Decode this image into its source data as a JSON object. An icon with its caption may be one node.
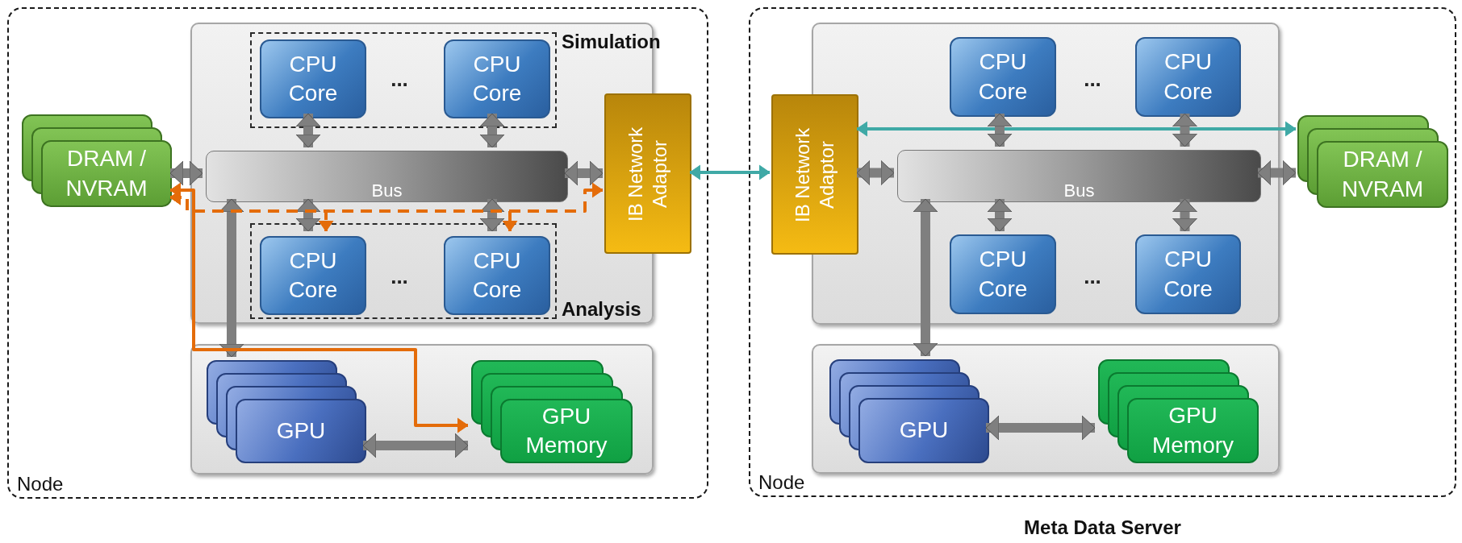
{
  "diagram": {
    "nodes": [
      {
        "text": [
          "Node"
        ]
      },
      {
        "text": [],
        "shape": "box",
        "in": 0
      },
      {
        "text": [
          "Simulation"
        ],
        "in": 1
      },
      {
        "text": [
          "CPU Core"
        ],
        "in": 2
      },
      {
        "text": [
          "CPU Core"
        ],
        "in": 2
      },
      {
        "text": [
          "Bus"
        ],
        "in": 1
      },
      {
        "text": [
          "Analysis"
        ],
        "in": 1
      },
      {
        "text": [
          "CPU Core"
        ],
        "in": 6
      },
      {
        "text": [
          "CPU Core"
        ],
        "in": 6
      },
      {
        "text": [
          "IB Network Adaptor"
        ],
        "in": 0
      },
      {
        "text": [
          "DRAM / NVRAM"
        ],
        "in": 0
      },
      {
        "text": [],
        "shape": "box",
        "in": 0
      },
      {
        "text": [
          "GPU"
        ],
        "in": 11
      },
      {
        "text": [
          "GPU Memory"
        ],
        "in": 11
      },
      {
        "text": [
          "Node"
        ],
        "beside": [
          "Meta Data Server"
        ]
      },
      {
        "text": [],
        "shape": "box",
        "in": 14
      },
      {
        "text": [
          "IB Network Adaptor"
        ],
        "in": 14
      },
      {
        "text": [
          "CPU Core"
        ],
        "in": 15
      },
      {
        "text": [
          "CPU Core"
        ],
        "in": 15
      },
      {
        "text": [
          "Bus"
        ],
        "in": 15
      },
      {
        "text": [
          "CPU Core"
        ],
        "in": 15
      },
      {
        "text": [
          "CPU Core"
        ],
        "in": 15
      },
      {
        "text": [
          "DRAM / NVRAM"
        ],
        "in": 14
      },
      {
        "text": [],
        "shape": "box",
        "in": 14
      },
      {
        "text": [
          "GPU"
        ],
        "in": 23
      },
      {
        "text": [
          "GPU Memory"
        ],
        "in": 23
      }
    ],
    "edges": [
      {
        "from": 3,
        "to": 5,
        "arrow": "both"
      },
      {
        "from": 4,
        "to": 5,
        "arrow": "both"
      },
      {
        "from": 10,
        "to": 5,
        "arrow": "both"
      },
      {
        "from": 5,
        "to": 9,
        "arrow": "both"
      },
      {
        "from": 5,
        "to": 7,
        "arrow": "both"
      },
      {
        "from": 5,
        "to": 8,
        "arrow": "both"
      },
      {
        "from": 5,
        "to": 12,
        "arrow": "both"
      },
      {
        "from": 12,
        "to": 13,
        "arrow": "both"
      },
      {
        "from": 10,
        "to": 9,
        "arrow": "both",
        "style": "dashed",
        "color": "#e46c0a"
      },
      {
        "from": 10,
        "to": 7,
        "arrow": "both",
        "style": "dashed",
        "color": "#e46c0a"
      },
      {
        "from": 10,
        "to": 8,
        "arrow": "both",
        "style": "dashed",
        "color": "#e46c0a"
      },
      {
        "from": 10,
        "to": 13,
        "arrow": "both",
        "color": "#e46c0a"
      },
      {
        "from": 9,
        "to": 16,
        "arrow": "both",
        "color": "#3fa9a6"
      },
      {
        "from": 16,
        "to": 22,
        "arrow": "both",
        "color": "#3fa9a6"
      },
      {
        "from": 17,
        "to": 19,
        "arrow": "both"
      },
      {
        "from": 18,
        "to": 19,
        "arrow": "both"
      },
      {
        "from": 16,
        "to": 19,
        "arrow": "both"
      },
      {
        "from": 19,
        "to": 22,
        "arrow": "both"
      },
      {
        "from": 19,
        "to": 20,
        "arrow": "both"
      },
      {
        "from": 19,
        "to": 21,
        "arrow": "both"
      },
      {
        "from": 19,
        "to": 24,
        "arrow": "both"
      },
      {
        "from": 24,
        "to": 25,
        "arrow": "both"
      }
    ],
    "labels": [
      "...",
      "...",
      "...",
      "..."
    ]
  }
}
